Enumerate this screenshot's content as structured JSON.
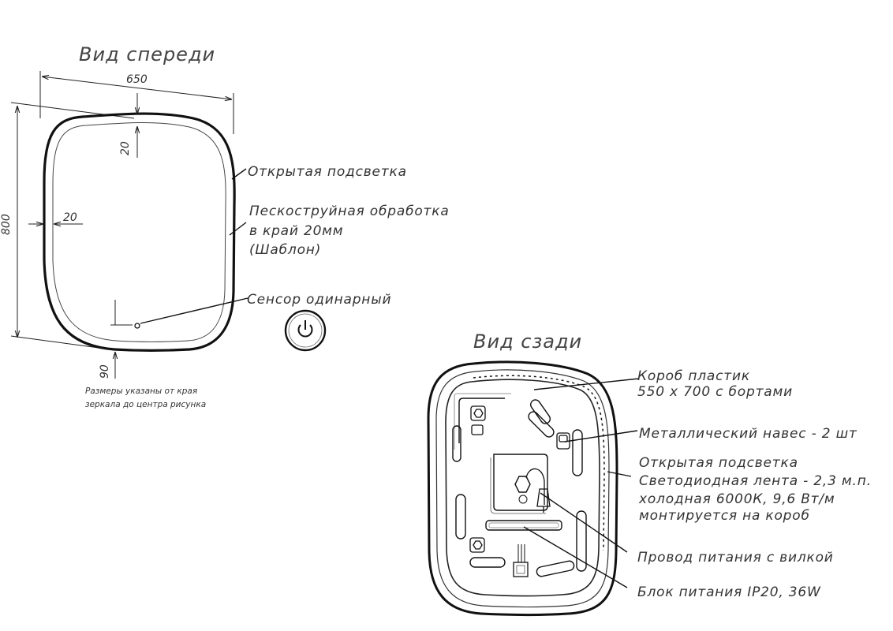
{
  "front_view": {
    "title": "Вид спереди",
    "dim_width": "650",
    "dim_height": "800",
    "dim_top_margin": "20",
    "dim_side_margin": "20",
    "dim_sensor_offset": "90",
    "note_line1": "Размеры указаны от края",
    "note_line2": "зеркала до центра рисунка",
    "callouts": {
      "open_light": "Открытая подсветка",
      "sandblast_line1": "Пескоструйная обработка",
      "sandblast_line2": "в край 20мм",
      "sandblast_line3": "(Шаблон)",
      "sensor": "Сенсор одинарный"
    }
  },
  "back_view": {
    "title": "Вид сзади",
    "callouts": {
      "box_line1": "Короб пластик",
      "box_line2": "550 х 700 с бортами",
      "hanger": "Металлический навес - 2 шт",
      "light_line1": "Открытая подсветка",
      "light_line2": "Светодиодная лента - 2,3 м.п.",
      "light_line3": "холодная 6000К, 9,6 Вт/м",
      "light_line4": "монтируется на короб",
      "cable": "Провод питания с вилкой",
      "psu": "Блок питания IP20, 36W"
    }
  },
  "icons": {
    "power": "power-icon"
  }
}
